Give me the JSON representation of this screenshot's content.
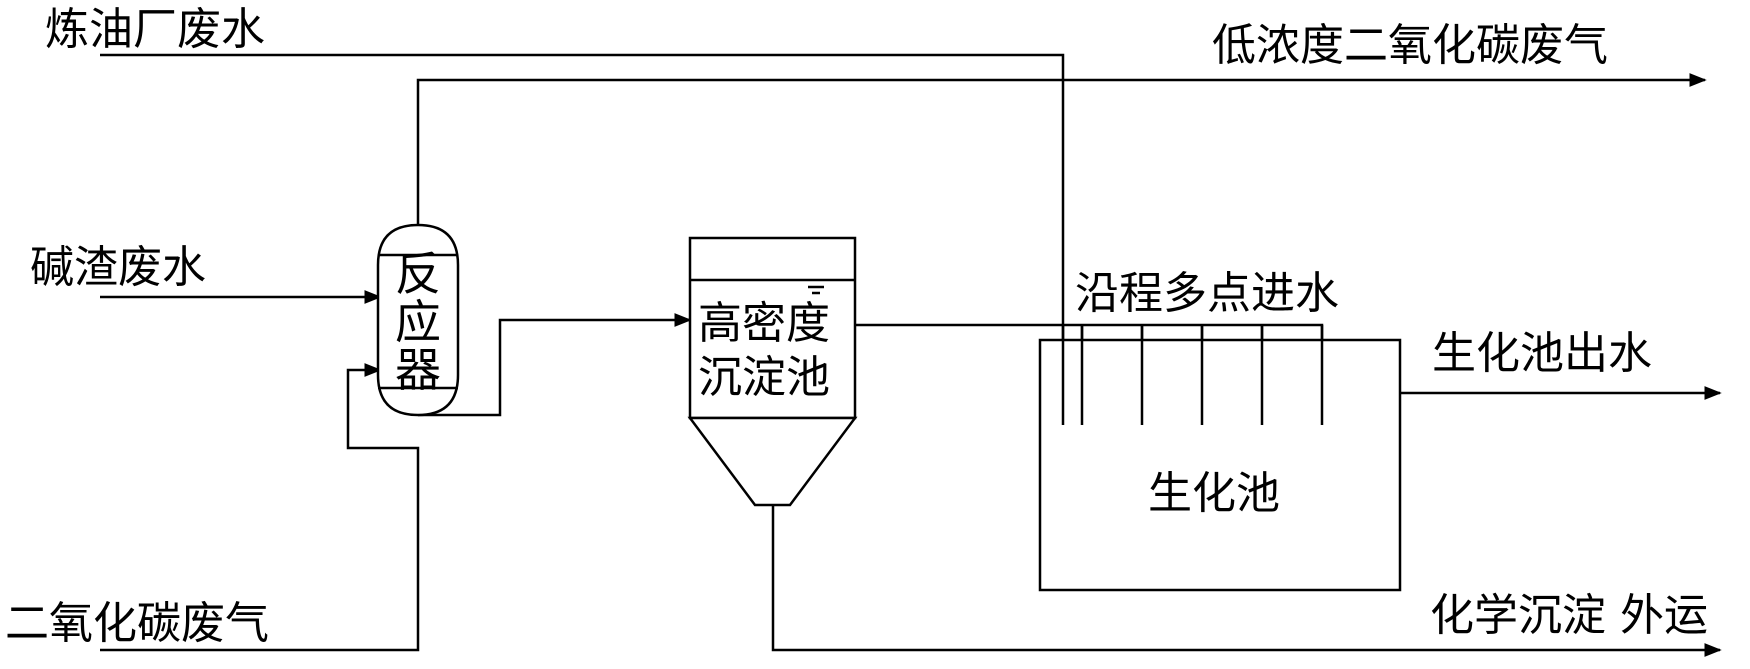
{
  "inputs": {
    "refinery_wastewater": "炼油厂废水",
    "caustic_wastewater": "碱渣废水",
    "co2_gas": "二氧化碳废气"
  },
  "outputs": {
    "low_co2_gas": "低浓度二氧化碳废气",
    "bio_effluent": "生化池出水",
    "sludge": "化学沉淀 外运"
  },
  "units": {
    "reactor": [
      "反",
      "应",
      "器"
    ],
    "clarifier": [
      "高密度",
      "沉淀池"
    ],
    "bio_tank": "生化池"
  },
  "notes": {
    "multi_point_feed": "沿程多点进水"
  }
}
